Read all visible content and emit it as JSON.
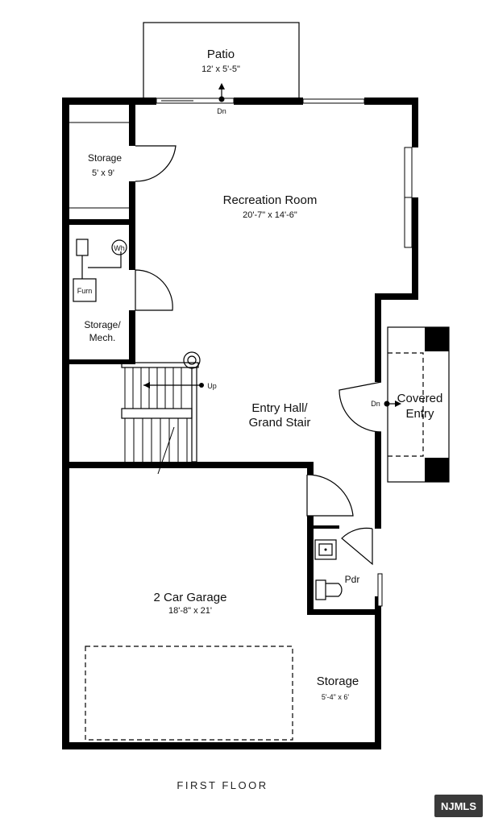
{
  "plan": {
    "floor_title": "FIRST FLOOR",
    "watermark": "NJMLS"
  },
  "rooms": {
    "patio": {
      "name": "Patio",
      "size": "12' x 5'-5\""
    },
    "storage_top": {
      "name": "Storage",
      "size": "5' x 9'"
    },
    "recreation": {
      "name": "Recreation Room",
      "size": "20'-7\" x 14'-6\""
    },
    "mech": {
      "name1": "Storage/",
      "name2": "Mech."
    },
    "entry_hall": {
      "name1": "Entry Hall/",
      "name2": "Grand Stair"
    },
    "covered_entry": {
      "name1": "Covered",
      "name2": "Entry"
    },
    "garage": {
      "name": "2 Car Garage",
      "size": "18'-8\" x 21'"
    },
    "storage_bottom": {
      "name": "Storage",
      "size": "5'-4\" x 6'"
    },
    "powder": {
      "name": "Pdr"
    }
  },
  "fixtures": {
    "furnace": "Furn",
    "water_heater": "Wh",
    "stairs_up": "Up",
    "patio_down": "Dn",
    "entry_down": "Dn"
  }
}
